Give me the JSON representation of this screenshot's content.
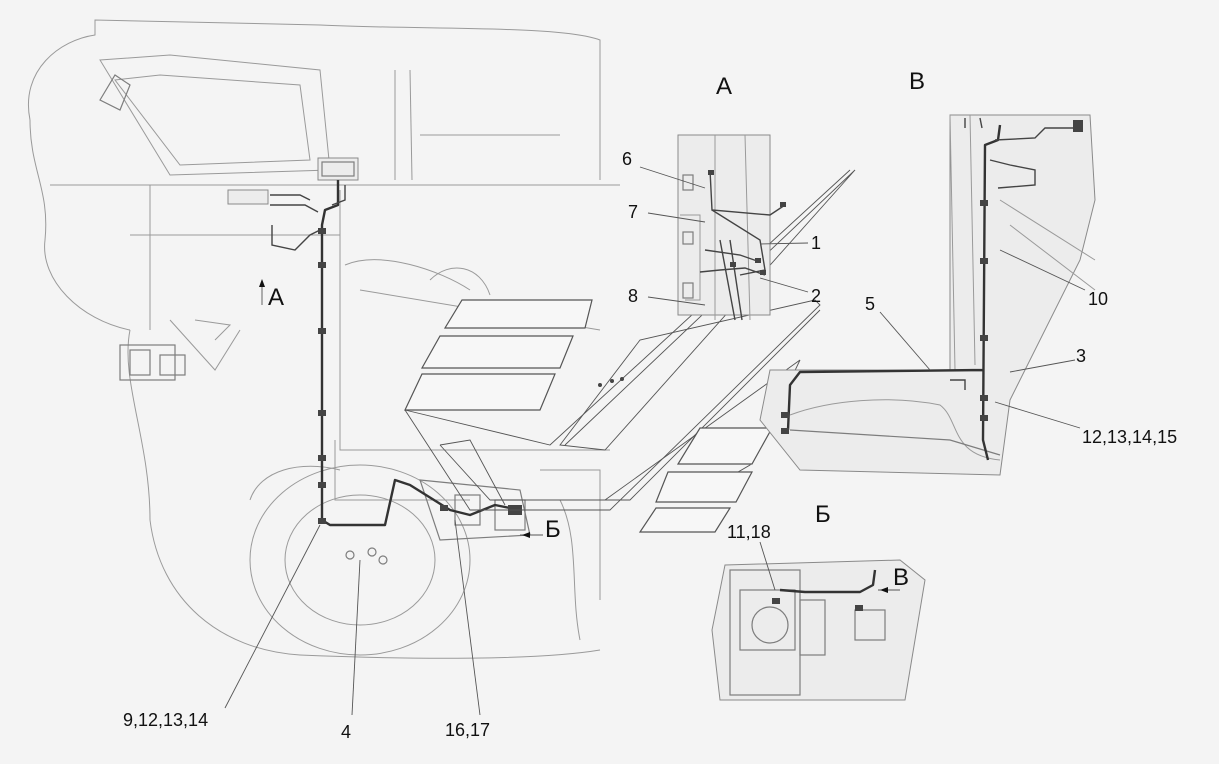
{
  "views": {
    "A_title": "А",
    "V_title": "В",
    "B_title": "Б",
    "A_arrow": "А",
    "B_arrow": "Б",
    "V_arrow": "В"
  },
  "callouts": {
    "c6": "6",
    "c7": "7",
    "c1": "1",
    "c8": "8",
    "c2": "2",
    "c5": "5",
    "c10": "10",
    "c3": "3",
    "c12_15": "12,13,14,15",
    "c11_18": "11,18",
    "c9_14": "9,12,13,14",
    "c4": "4",
    "c16_17": "16,17"
  }
}
